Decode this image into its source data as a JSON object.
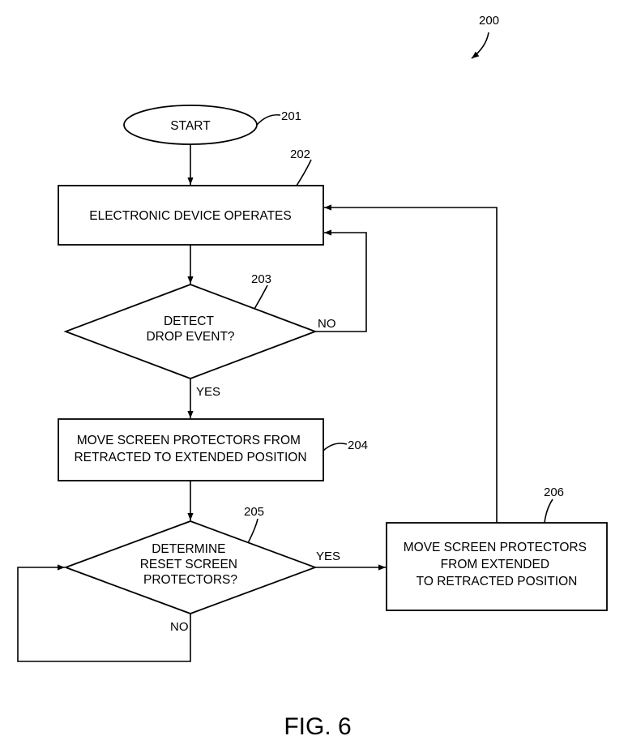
{
  "figure": {
    "ref": "200",
    "caption": "FIG. 6"
  },
  "nodes": {
    "start": {
      "ref": "201",
      "lines": [
        "START"
      ]
    },
    "operate": {
      "ref": "202",
      "lines": [
        "ELECTRONIC DEVICE OPERATES"
      ]
    },
    "detect": {
      "ref": "203",
      "lines": [
        "DETECT",
        "DROP EVENT?"
      ]
    },
    "extend": {
      "ref": "204",
      "lines": [
        "MOVE SCREEN PROTECTORS FROM",
        "RETRACTED TO EXTENDED POSITION"
      ]
    },
    "reset": {
      "ref": "205",
      "lines": [
        "DETERMINE",
        "RESET SCREEN",
        "PROTECTORS?"
      ]
    },
    "retract": {
      "ref": "206",
      "lines": [
        "MOVE SCREEN PROTECTORS",
        "FROM EXTENDED",
        "TO RETRACTED POSITION"
      ]
    }
  },
  "edges": {
    "detect_no": "NO",
    "detect_yes": "YES",
    "reset_yes": "YES",
    "reset_no": "NO"
  }
}
